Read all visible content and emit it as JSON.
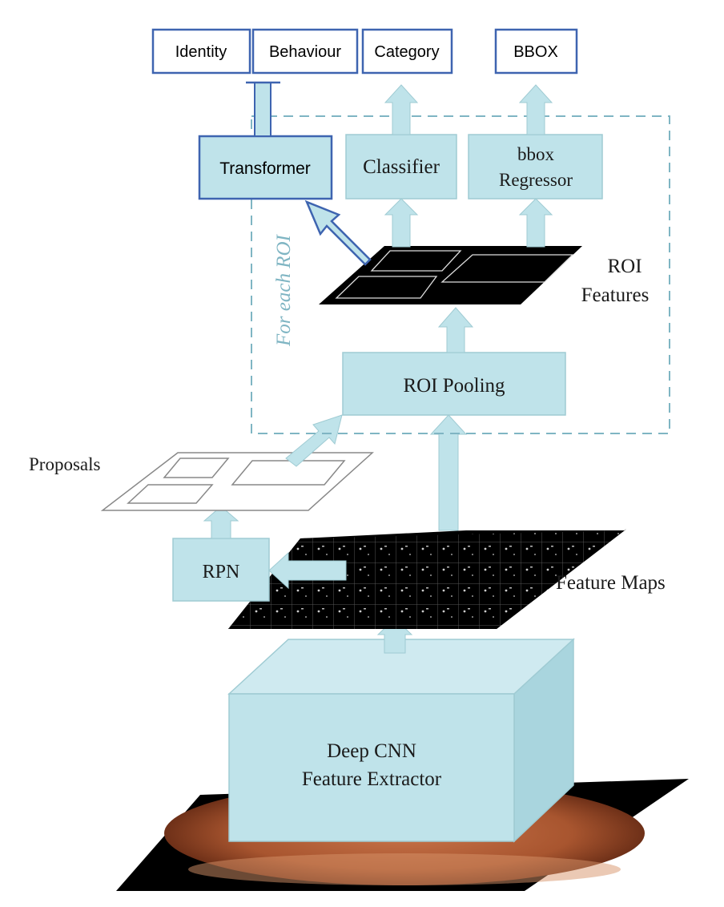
{
  "outputs": {
    "identity": "Identity",
    "behaviour": "Behaviour",
    "category": "Category",
    "bbox": "BBOX"
  },
  "modules": {
    "transformer": "Transformer",
    "classifier": "Classifier",
    "regressor_line1": "bbox",
    "regressor_line2": "Regressor",
    "roi_pooling": "ROI Pooling",
    "rpn": "RPN",
    "cnn_line1": "Deep CNN",
    "cnn_line2": "Feature Extractor"
  },
  "labels": {
    "for_each_roi": "For each ROI",
    "roi_features_line1": "ROI",
    "roi_features_line2": "Features",
    "proposals": "Proposals",
    "feature_maps": "Feature Maps"
  },
  "colors": {
    "module_fill": "#bfe3ea",
    "module_stroke": "#9fcbd3",
    "output_border": "#3e64b0",
    "dashed_region": "#7fb5c3",
    "dark_plane": "#000000",
    "input_image": "#a8552f"
  }
}
